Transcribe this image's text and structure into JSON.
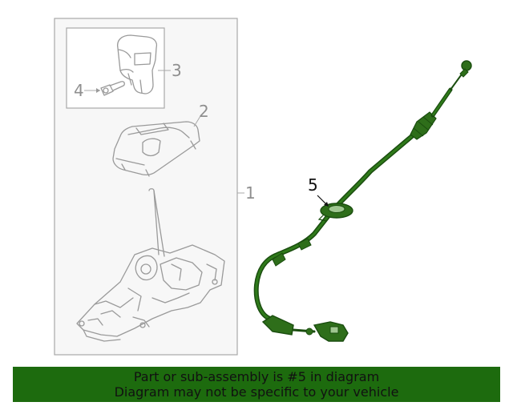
{
  "callouts": {
    "c1": "1",
    "c2": "2",
    "c3": "3",
    "c4": "4",
    "c5": "5"
  },
  "banner": {
    "line1": "Part or sub-assembly is #5 in diagram",
    "line2": "Diagram may not be specific to your vehicle"
  },
  "colors": {
    "highlight": "#1d6b0e",
    "part_line": "#9a9a9a"
  }
}
